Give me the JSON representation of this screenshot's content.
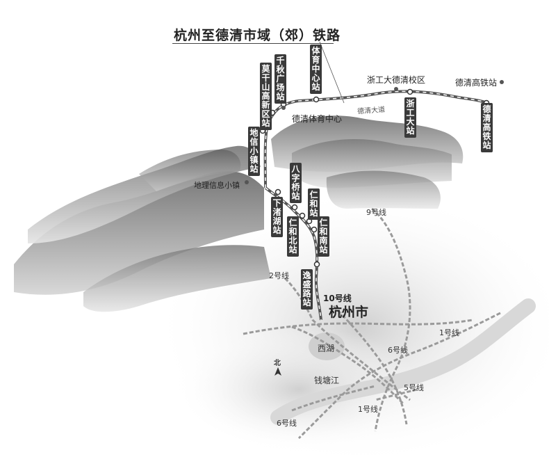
{
  "title": "杭州至德清市域（郊）铁路",
  "stations": {
    "moganshan": "莫干山高新区站",
    "qianqiu": "千秋广场站",
    "tiyu": "体育中心站",
    "zhegongda": "浙工大站",
    "deqing_hsr": "德清高铁站",
    "dixin": "地信小镇站",
    "xiazhuhu": "下渚湖站",
    "baziqiao": "八字桥站",
    "renhe": "仁和站",
    "renhebei": "仁和北站",
    "renhenan": "仁和南站",
    "yishenglu": "逸盛路站"
  },
  "places": {
    "zjut_campus": "浙工大德清校区",
    "deqing_hsr_place": "德清高铁站",
    "sports_center": "德清体育中心",
    "deqing_avenue": "德清大道",
    "geo_town": "地理信息小镇",
    "west_lake": "西湖",
    "qiantang": "钱塘江",
    "north": "北"
  },
  "city": "杭州市",
  "metro_lines": {
    "line10": "10号线",
    "line9": "9号线",
    "line2": "2号线",
    "line1a": "1号线",
    "line1b": "1号线",
    "line6a": "6号线",
    "line6b": "6号线",
    "line5": "5号线"
  },
  "colors": {
    "station_box": "#3a3a3a",
    "route": "#555555",
    "mountain": "#6a6a6a"
  }
}
